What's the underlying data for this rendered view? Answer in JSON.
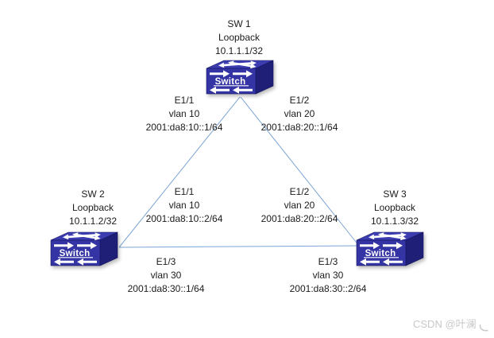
{
  "colors": {
    "link_line": "#7da4d4",
    "switch_front": "#3434a4",
    "switch_top": "#3d3db2",
    "switch_side": "#1f1f78",
    "label_text": "#1b1b1b",
    "watermark_text": "#c8c8c8"
  },
  "nodes": [
    {
      "name": "SW 1",
      "loopback_label": "Loopback",
      "loopback": "10.1.1.1/32",
      "icon_label": "Switch"
    },
    {
      "name": "SW 2",
      "loopback_label": "Loopback",
      "loopback": "10.1.1.2/32",
      "icon_label": "Switch"
    },
    {
      "name": "SW 3",
      "loopback_label": "Loopback",
      "loopback": "10.1.1.3/32",
      "icon_label": "Switch"
    }
  ],
  "interface_labels": [
    {
      "interface": "E1/1",
      "vlan": "vlan 10",
      "ipv6": "2001:da8:10::1/64"
    },
    {
      "interface": "E1/2",
      "vlan": "vlan 20",
      "ipv6": "2001:da8:20::1/64"
    },
    {
      "interface": "E1/1",
      "vlan": "vlan 10",
      "ipv6": "2001:da8:10::2/64"
    },
    {
      "interface": "E1/2",
      "vlan": "vlan 20",
      "ipv6": "2001:da8:20::2/64"
    },
    {
      "interface": "E1/3",
      "vlan": "vlan 30",
      "ipv6": "2001:da8:30::1/64"
    },
    {
      "interface": "E1/3",
      "vlan": "vlan 30",
      "ipv6": "2001:da8:30::2/64"
    }
  ],
  "watermark": {
    "text": "CSDN @叶澜"
  }
}
